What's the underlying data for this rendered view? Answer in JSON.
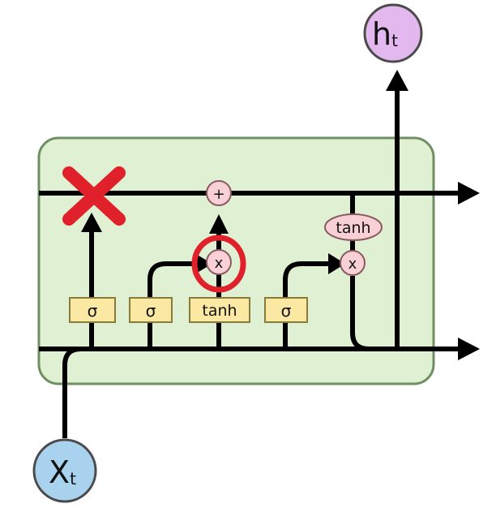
{
  "colors": {
    "cell_fill": "#dff1d2",
    "cell_stroke": "#6f8f62",
    "gate_fill": "#fbe8a3",
    "gate_stroke": "#8a7a3a",
    "op_fill": "#f8d0d6",
    "op_stroke": "#8a5a62",
    "output_fill": "#e2b8ee",
    "input_fill": "#a9d2ef",
    "forget_x": "#e0202a",
    "highlight_ring": "#e0202a",
    "line": "#000000"
  },
  "icons": {
    "forget_marker": "cross-x-icon",
    "highlight": "circle-ring-icon",
    "arrow": "arrowhead-icon"
  },
  "gates": {
    "forget": "σ",
    "input": "σ",
    "candidate": "tanh",
    "output": "σ"
  },
  "ops": {
    "add": "+",
    "input_mult": "x",
    "output_mult": "x",
    "output_tanh": "tanh"
  },
  "nodes": {
    "output": {
      "main": "h",
      "sub": "t"
    },
    "input": {
      "main": "X",
      "sub": "t"
    }
  }
}
